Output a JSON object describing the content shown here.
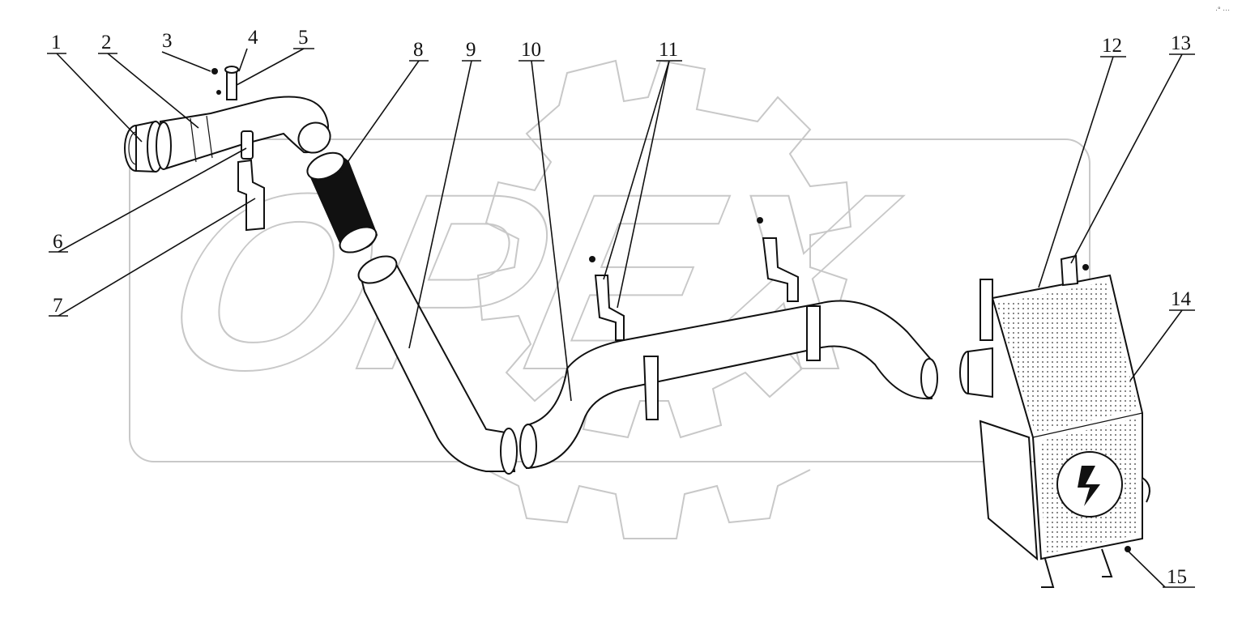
{
  "diagram": {
    "watermark_text": "OPEX",
    "corner_mark": "·° ···",
    "callouts": [
      {
        "id": "1",
        "label": "1"
      },
      {
        "id": "2",
        "label": "2"
      },
      {
        "id": "3",
        "label": "3"
      },
      {
        "id": "4",
        "label": "4"
      },
      {
        "id": "5",
        "label": "5"
      },
      {
        "id": "6",
        "label": "6"
      },
      {
        "id": "7",
        "label": "7"
      },
      {
        "id": "8",
        "label": "8"
      },
      {
        "id": "9",
        "label": "9"
      },
      {
        "id": "10",
        "label": "10"
      },
      {
        "id": "11",
        "label": "11"
      },
      {
        "id": "12",
        "label": "12"
      },
      {
        "id": "13",
        "label": "13"
      },
      {
        "id": "14",
        "label": "14"
      },
      {
        "id": "15",
        "label": "15"
      }
    ]
  }
}
